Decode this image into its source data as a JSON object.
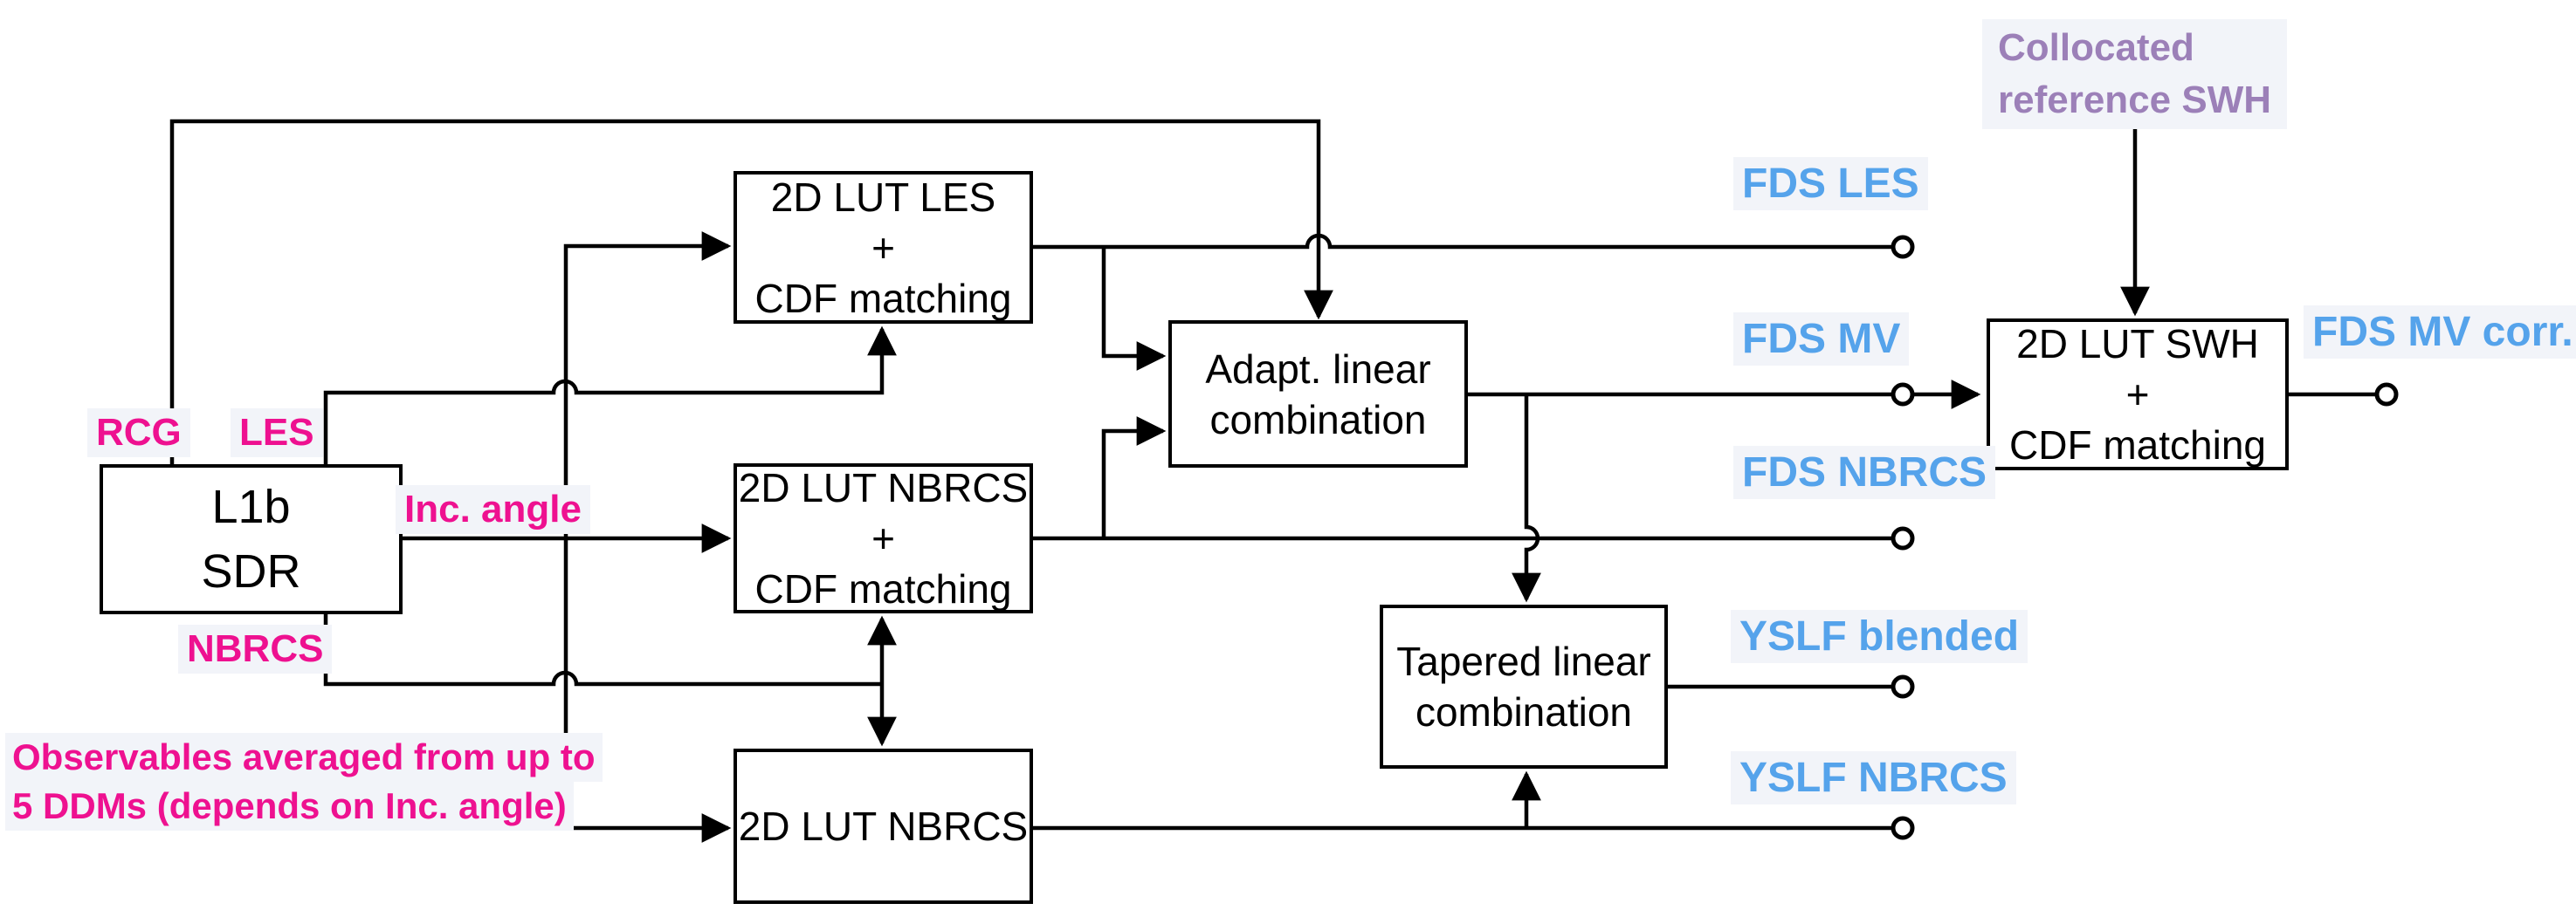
{
  "colors": {
    "pink": "#EE1190",
    "blue": "#55A3EB",
    "purple": "#9C80B8",
    "line": "#000000",
    "label_bg": "#f2f4f9"
  },
  "boxes": {
    "l1b": {
      "line1": "L1b",
      "line2": "SDR"
    },
    "lut_les": {
      "line1": "2D LUT LES",
      "line2": "+",
      "line3": "CDF matching"
    },
    "lut_nbrcs_cdf": {
      "line1": "2D LUT NBRCS",
      "line2": "+",
      "line3": "CDF matching"
    },
    "lut_nbrcs": {
      "line1": "2D LUT NBRCS"
    },
    "adapt": {
      "line1": "Adapt. linear",
      "line2": "combination"
    },
    "tapered": {
      "line1": "Tapered linear",
      "line2": "combination"
    },
    "lut_swh": {
      "line1": "2D LUT SWH",
      "line2": "+",
      "line3": "CDF matching"
    }
  },
  "labels": {
    "rcg": "RCG",
    "les": "LES",
    "nbrcs": "NBRCS",
    "inc_angle": "Inc. angle",
    "note_line1": "Observables averaged from up to",
    "note_line2": "5 DDMs (depends on Inc. angle)",
    "collocated_line1": "Collocated",
    "collocated_line2": "reference SWH",
    "fds_les": "FDS LES",
    "fds_mv": "FDS MV",
    "fds_nbrcs": "FDS NBRCS",
    "yslf_blended": "YSLF blended",
    "yslf_nbrcs": "YSLF NBRCS",
    "fds_mv_corr": "FDS MV corr."
  }
}
